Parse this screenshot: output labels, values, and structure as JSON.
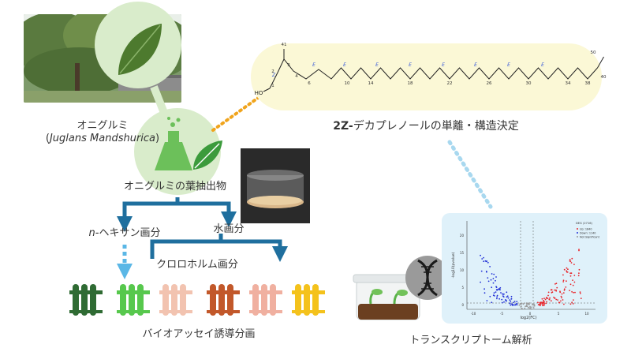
{
  "plant": {
    "name_jp": "オニグルミ",
    "latin_open": "(",
    "latin_name": "Juglans Mandshurica",
    "latin_close": ")"
  },
  "extract_label": "オニグルミの葉抽出物",
  "fractions": {
    "hexane_prefix": "n-",
    "hexane_rest": "ヘキサン画分",
    "water": "水画分",
    "chloroform": "クロロホルム画分"
  },
  "bioassay_label": "バイオアッセイ誘導分画",
  "compound": {
    "label_bold": "2Z-",
    "label_rest": "デカプレノールの単離・構造決定",
    "oh_label": "HO",
    "atom_numbers": [
      "1",
      "2",
      "3",
      "4",
      "6",
      "10",
      "14",
      "18",
      "22",
      "26",
      "30",
      "34",
      "38",
      "40",
      "41",
      "50"
    ],
    "double_bond_labels": [
      "Z",
      "E",
      "E",
      "E",
      "E",
      "E",
      "E",
      "E",
      "E"
    ]
  },
  "transcriptome_label": "トランスクリプトーム解析",
  "volcano": {
    "y_axis_label": "-log10(pvalue)",
    "x_axis_label": "log2(FC)",
    "y_ticks": [
      "20",
      "15",
      "10",
      "5",
      "0"
    ],
    "x_ticks": [
      "-10",
      "-5",
      "0",
      "5",
      "10"
    ],
    "legend_title": "DEG (2716)",
    "legend_items": [
      "Up: 1840",
      "Down: 1140",
      "Not Significant"
    ]
  },
  "colors": {
    "flow_arrow": "#1f6f9e",
    "dashed_arrow": "#5bb7e6",
    "orange_dots": "#f0a41c",
    "blue_dots": "#a8d8ef",
    "circle_green": "#d9eccb",
    "compound_bubble": "#fbf8d6",
    "volcano_bg": "#dff1fa",
    "volcano_up": "#e8242a",
    "volcano_down": "#2130d6",
    "tube_colors": [
      "#2f6b33",
      "#57c84d",
      "#f2c3b0",
      "#c2582a",
      "#f0b0a0",
      "#f4c21c"
    ]
  }
}
